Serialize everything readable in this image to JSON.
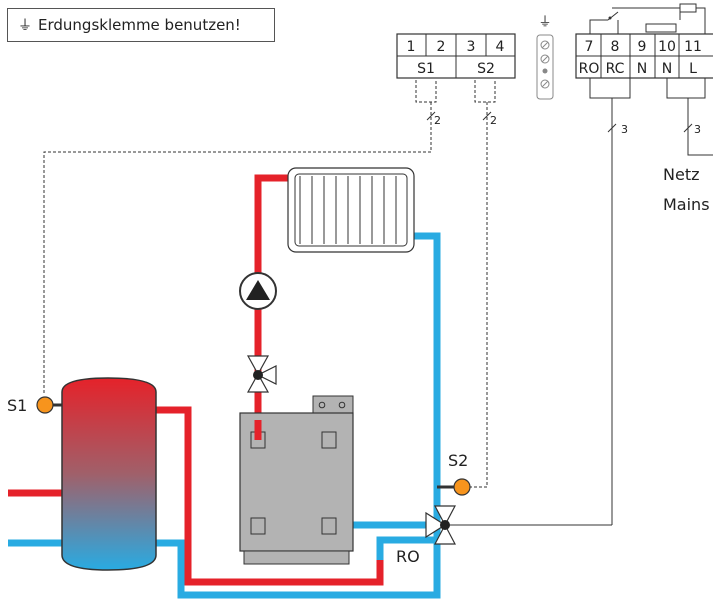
{
  "note": {
    "ground_symbol": "⏚",
    "text": "Erdungsklemme benutzen!"
  },
  "terminals_sensor": {
    "numbers": [
      "1",
      "2",
      "3",
      "4"
    ],
    "labels": [
      "S1",
      "S2"
    ],
    "wire_count": [
      "2",
      "2"
    ]
  },
  "terminals_power": {
    "numbers": [
      "7",
      "8",
      "9",
      "10",
      "11"
    ],
    "labels": [
      "RO",
      "RC",
      "N",
      "N",
      "L"
    ],
    "wire_count": [
      "3",
      "3"
    ]
  },
  "ground_terminal_symbol": "⏚",
  "mains": {
    "label_de": "Netz",
    "label_en": "Mains"
  },
  "components": {
    "sensor1_label": "S1",
    "sensor2_label": "S2",
    "valve_label": "RO"
  },
  "colors": {
    "hot": "#e5222a",
    "cold": "#29abe2",
    "sensor": "#f7941d",
    "boiler": "#b3b3b3"
  }
}
